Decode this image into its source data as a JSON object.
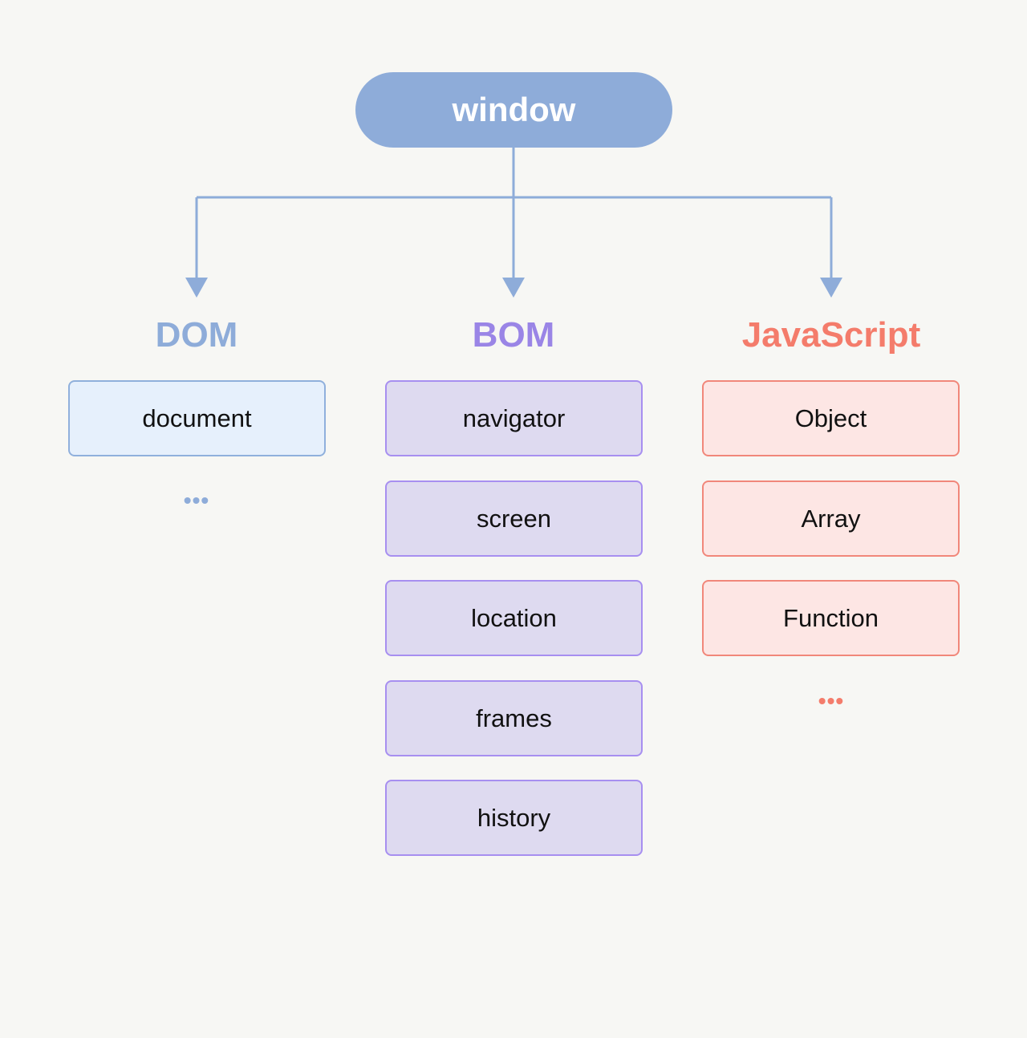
{
  "root": {
    "label": "window",
    "color": "#8eacd9"
  },
  "columns": {
    "dom": {
      "heading": "DOM",
      "color": "#8eacd9",
      "items": [
        "document"
      ],
      "more": "•••"
    },
    "bom": {
      "heading": "BOM",
      "color": "#9a85e6",
      "items": [
        "navigator",
        "screen",
        "location",
        "frames",
        "history"
      ]
    },
    "js": {
      "heading": "JavaScript",
      "color": "#f47c6b",
      "items": [
        "Object",
        "Array",
        "Function"
      ],
      "more": "•••"
    }
  }
}
